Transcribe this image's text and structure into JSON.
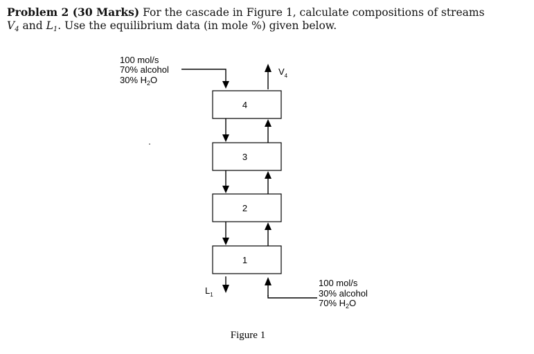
{
  "problem": {
    "heading": "Problem 2 (30 Marks)",
    "text_part1": "For the cascade in Figure 1, calculate compositions of streams",
    "stream_v": "V",
    "stream_v_sub": "4",
    "and": "and",
    "stream_l": "L",
    "stream_l_sub": "1",
    "text_part2": ". Use the equilibrium data (in mole %) given below."
  },
  "figure": {
    "feed_top": {
      "flow": "100 mol/s",
      "alcohol": "70% alcohol",
      "water": "30% H",
      "water_sub": "2",
      "water_suffix": "O"
    },
    "feed_bottom": {
      "flow": "100 mol/s",
      "alcohol": "30% alcohol",
      "water": "70% H",
      "water_sub": "2",
      "water_suffix": "O"
    },
    "stream_top": {
      "label": "V",
      "sub": "4"
    },
    "stream_bottom": {
      "label": "L",
      "sub": "1"
    },
    "stages": [
      "4",
      "3",
      "2",
      "1"
    ],
    "caption": "Figure 1"
  }
}
